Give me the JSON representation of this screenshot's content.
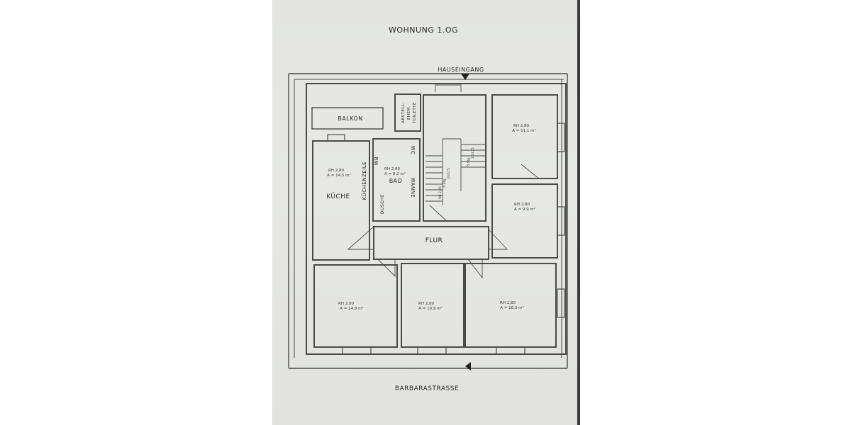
{
  "title": "WOHNUNG 1.OG",
  "entrance_label": "HAUSEINGANG",
  "street_label": "BARBARASTRASSE",
  "rooms": {
    "balkon": "BALKON",
    "abstell": "ABSTELL-",
    "ehem": "EHEM.",
    "toilette": "TOILETTE",
    "kueche": "KÜCHE",
    "kuechenzeile": "KÜCHENZEILE",
    "wb": "WB",
    "wc": "WC",
    "bad": "BAD",
    "wanne": "WANNE",
    "dusche": "DUSCHE",
    "flur": "FLUR"
  },
  "room_specs": {
    "kueche_rh": "RH 2,80",
    "kueche_area": "A = 14,5 m²",
    "bad_rh": "RH 2,80",
    "bad_area": "A = 8,2 m²",
    "top_right_rh": "RH 2,80",
    "top_right_area": "A = 11,1 m²",
    "mid_right_rh": "RH 2,80",
    "mid_right_area": "A = 9,9 m²",
    "bottom_left_rh": "RH 2,80",
    "bottom_left_area": "A = 14,8 m²",
    "bottom_mid_rh": "RH 2,80",
    "bottom_mid_area": "A = 10,9 m²",
    "bottom_right_rh": "RH 2,80",
    "bottom_right_area": "A = 18,3 m²"
  },
  "stair_notes": {
    "a": "9 Stg.",
    "b": "20/175",
    "c": "5 Stg.",
    "d": "20/175",
    "e": "RH 2,80"
  }
}
